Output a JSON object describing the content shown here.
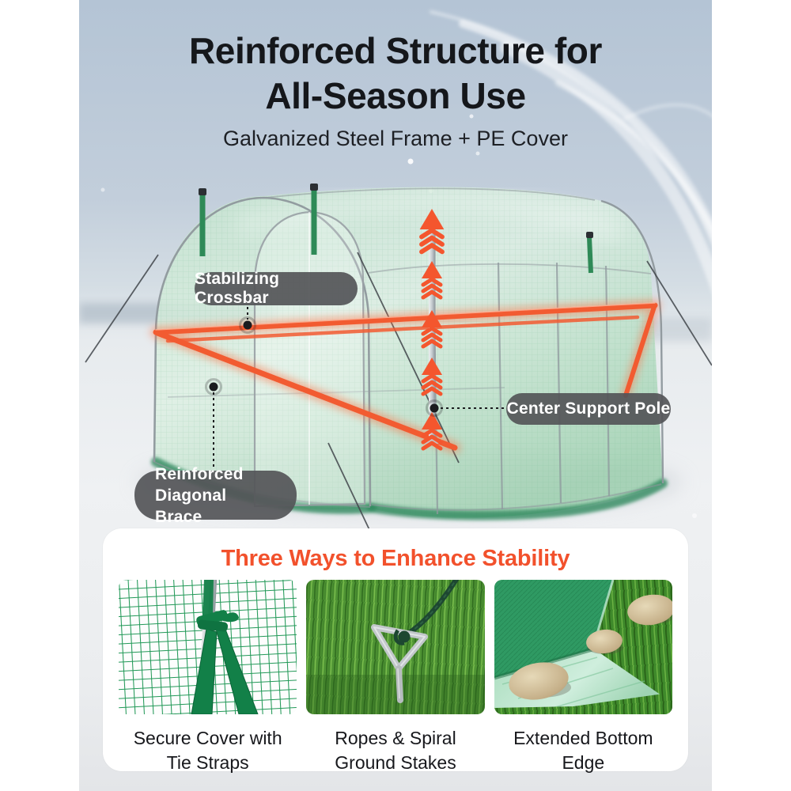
{
  "header": {
    "title_line1": "Reinforced Structure for",
    "title_line2": "All-Season Use",
    "subtitle": "Galvanized Steel Frame + PE Cover"
  },
  "callouts": {
    "crossbar": {
      "label": "Stabilizing Crossbar"
    },
    "center_pole": {
      "label": "Center Support Pole"
    },
    "diagonal_brace": {
      "label": "Reinforced Diagonal Brace"
    }
  },
  "stability_card": {
    "heading": "Three Ways to Enhance Stability",
    "items": [
      {
        "image": "tie-straps-photo",
        "caption_line1": "Secure Cover with",
        "caption_line2": "Tie Straps"
      },
      {
        "image": "ground-stakes-photo",
        "caption_line1": "Ropes & Spiral",
        "caption_line2": "Ground Stakes"
      },
      {
        "image": "bottom-edge-photo",
        "caption_line1": "Extended Bottom",
        "caption_line2": "Edge"
      }
    ]
  },
  "colors": {
    "accent_orange": "#f2512c",
    "structure_orange": "#f25b31",
    "pill_background": "#545558",
    "cover_green": "#bfe3c9",
    "skirt_green": "#2f8a5e",
    "sky_blue": "#b4c4d5",
    "heading_text": "#15171b"
  }
}
